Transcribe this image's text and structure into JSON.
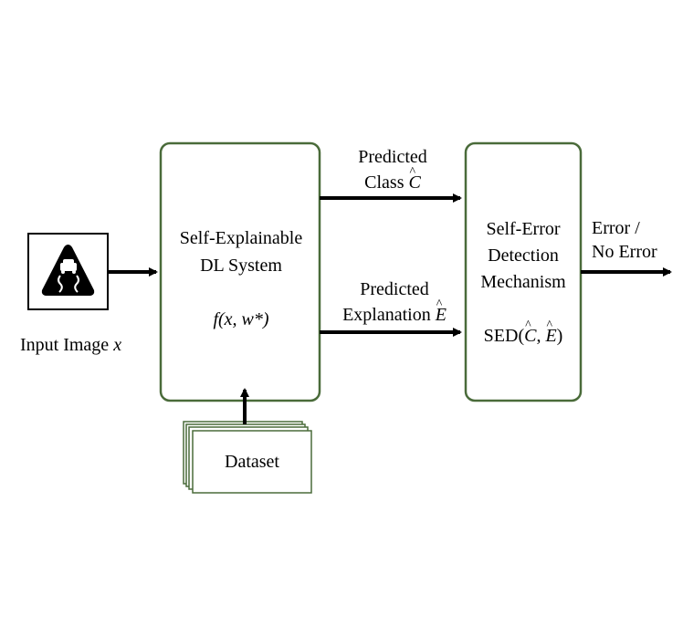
{
  "colors": {
    "box_border": "#4a6b3a",
    "arrow": "#000000",
    "icon": "#000000"
  },
  "input_icon": "slippery-road-warning-icon",
  "input_label": "Input Image",
  "input_var": "x",
  "main_box": {
    "title_line1": "Self-Explainable",
    "title_line2": "DL System",
    "formula": "f(x, w*)"
  },
  "dataset_label": "Dataset",
  "class_arrow": {
    "line1": "Predicted",
    "line2": "Class",
    "symbol": "C"
  },
  "explanation_arrow": {
    "line1": "Predicted",
    "line2": "Explanation",
    "symbol": "E"
  },
  "sed_box": {
    "line1": "Self-Error",
    "line2": "Detection",
    "line3": "Mechanism",
    "formula_prefix": "SED(",
    "formula_c": "C",
    "formula_sep": ", ",
    "formula_e": "E",
    "formula_suffix": ")"
  },
  "output": {
    "line1": "Error /",
    "line2": "No Error"
  }
}
